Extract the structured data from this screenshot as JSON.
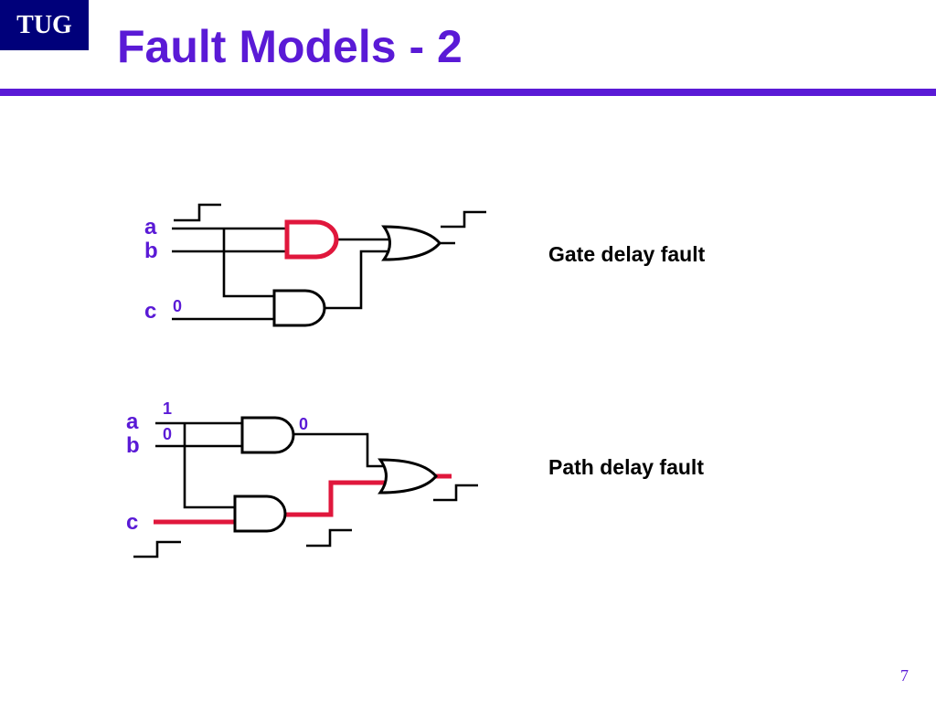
{
  "slide": {
    "logo": "TUG",
    "title": "Fault Models - 2",
    "page_number": "7"
  },
  "diagrams": {
    "gate_delay": {
      "caption": "Gate delay fault",
      "inputs": {
        "a": "a",
        "b": "b",
        "c": "c"
      },
      "values": {
        "c": "0"
      }
    },
    "path_delay": {
      "caption": "Path delay fault",
      "inputs": {
        "a": "a",
        "b": "b",
        "c": "c"
      },
      "values": {
        "a": "1",
        "b": "0",
        "and1_out": "0"
      }
    }
  },
  "colors": {
    "title": "#5a1ad6",
    "logo_background": "#00007a",
    "fault_highlight": "#e0173c"
  }
}
